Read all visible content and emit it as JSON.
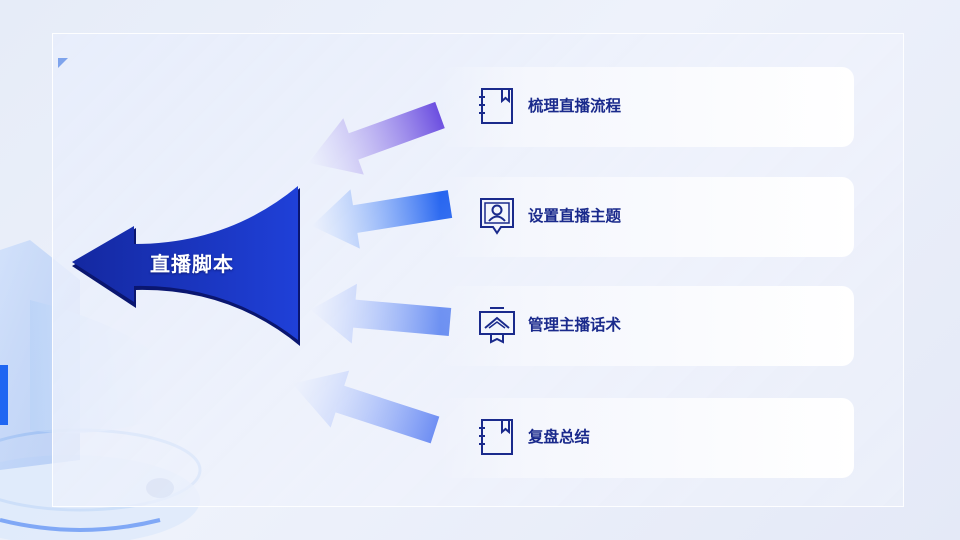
{
  "main": {
    "title": "直播脚本"
  },
  "items": [
    {
      "label": "梳理直播流程",
      "icon": "notebook-icon"
    },
    {
      "label": "设置直播主题",
      "icon": "user-badge-icon"
    },
    {
      "label": "管理主播话术",
      "icon": "certificate-icon"
    },
    {
      "label": "复盘总结",
      "icon": "notebook-icon"
    }
  ],
  "colors": {
    "primary": "#1428a0",
    "accent_purple": "#7b63e6",
    "accent_blue": "#1f66f2",
    "light_blue": "#7fa0f5",
    "text": "#1a2a8c"
  }
}
